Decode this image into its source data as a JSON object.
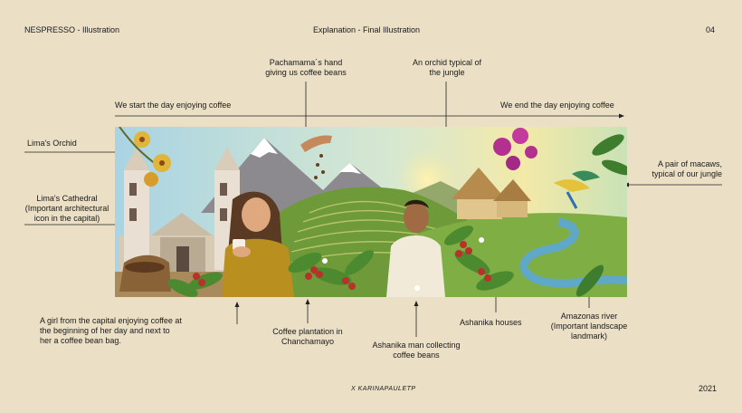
{
  "header": {
    "left": "NESPRESSO - Illustration",
    "center": "Explanation - Final Illustration",
    "page": "04"
  },
  "footer": {
    "signature": "X KARINAPAULETP",
    "year": "2021"
  },
  "timeline": {
    "start": "We start the day enjoying coffee",
    "end": "We end the day enjoying coffee"
  },
  "labels": {
    "pachamama": [
      "Pachamama´s hand",
      "giving us coffee beans"
    ],
    "orchid_jungle": [
      "An orchid typical of",
      "the jungle"
    ],
    "lima_orchid": [
      "Lima's Orchid"
    ],
    "lima_cathedral": [
      "Lima's Cathedral",
      "(Important architectural",
      "icon in the capital)"
    ],
    "macaws": [
      "A pair of macaws,",
      "typical of our jungle"
    ],
    "girl": [
      "A girl from the capital enjoying coffee at",
      "the beginning of her day and next to",
      "her a coffee bean bag."
    ],
    "plantation": [
      "Coffee plantation in",
      "Chanchamayo"
    ],
    "ashanika_man": [
      "Ashanika man collecting",
      "coffee beans"
    ],
    "ashanika_houses": [
      "Ashanika houses"
    ],
    "amazonas": [
      "Amazonas river",
      "(Important landscape",
      "landmark)"
    ]
  },
  "colors": {
    "background": "#ebe0c6",
    "sky": "#bfe0ea",
    "hills": "#6f9a3a",
    "river": "#5fa8c8",
    "coffee_cherry": "#b8322a"
  }
}
